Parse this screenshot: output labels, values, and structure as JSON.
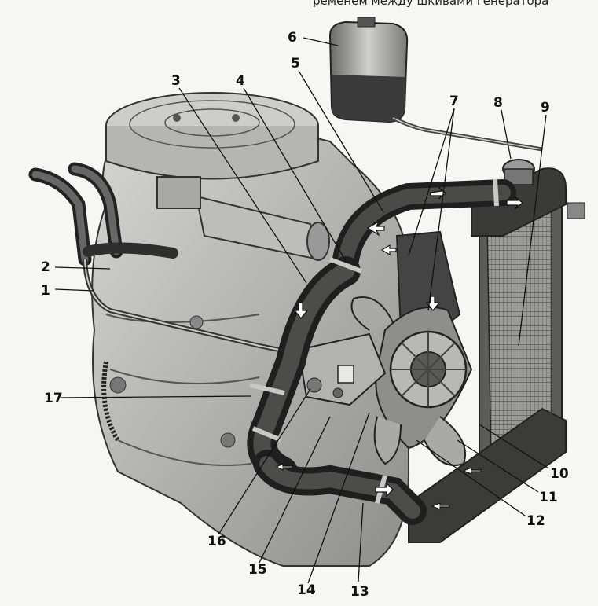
{
  "caption_fragment": "ременем между шкивами генератора",
  "callouts": [
    {
      "n": "1"
    },
    {
      "n": "2"
    },
    {
      "n": "3"
    },
    {
      "n": "4"
    },
    {
      "n": "5"
    },
    {
      "n": "6"
    },
    {
      "n": "7"
    },
    {
      "n": "8"
    },
    {
      "n": "9"
    },
    {
      "n": "10"
    },
    {
      "n": "11"
    },
    {
      "n": "12"
    },
    {
      "n": "13"
    },
    {
      "n": "14"
    },
    {
      "n": "15"
    },
    {
      "n": "16"
    },
    {
      "n": "17"
    }
  ],
  "colors": {
    "ink": "#111111",
    "hose": "#2e2e2e",
    "metal": "#b9b9b6",
    "tank_fluid": "#3a3a3a"
  }
}
